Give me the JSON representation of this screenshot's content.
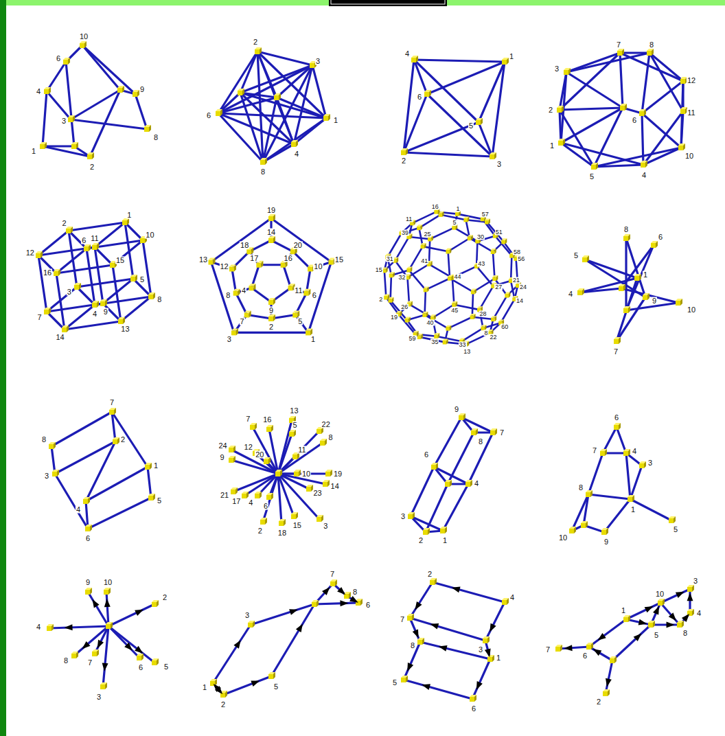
{
  "diagram": {
    "labels": [
      "10",
      "6",
      "4",
      "9",
      "3",
      "8",
      "1",
      "2",
      "2",
      "3",
      "6",
      "1",
      "4",
      "8",
      "4",
      "1",
      "6",
      "5",
      "2",
      "3",
      "3",
      "7",
      "8",
      "12",
      "2",
      "6",
      "11",
      "1",
      "10",
      "5",
      "4",
      "2",
      "1",
      "12",
      "11",
      "3",
      "5",
      "7",
      "9",
      "6",
      "10",
      "16",
      "15",
      "4",
      "8",
      "14",
      "13",
      "19",
      "15",
      "1",
      "3",
      "13",
      "14",
      "20",
      "10",
      "6",
      "5",
      "2",
      "7",
      "8",
      "12",
      "18",
      "16",
      "11",
      "9",
      "4",
      "17",
      "44",
      "41",
      "45",
      "43",
      "28",
      "27",
      "32",
      "40",
      "25",
      "30",
      "26",
      "5",
      "31",
      "39",
      "8",
      "21",
      "35",
      "51",
      "19",
      "33",
      "1",
      "58",
      "59",
      "60",
      "57",
      "14",
      "15",
      "11",
      "2",
      "16",
      "13",
      "56",
      "22",
      "24",
      "8",
      "6",
      "5",
      "4",
      "10",
      "7",
      "1",
      "9",
      "8",
      "7",
      "1",
      "5",
      "6",
      "3",
      "2",
      "4",
      "7",
      "16",
      "13",
      "5",
      "22",
      "8",
      "24",
      "9",
      "12",
      "20",
      "11",
      "10",
      "19",
      "14",
      "23",
      "21",
      "17",
      "4",
      "6",
      "2",
      "18",
      "15",
      "3",
      "9",
      "8",
      "7",
      "6",
      "4",
      "3",
      "2",
      "1",
      "6",
      "7",
      "4",
      "3",
      "8",
      "1",
      "5",
      "10",
      "9",
      "9",
      "10",
      "2",
      "4",
      "8",
      "7",
      "6",
      "5",
      "3",
      "7",
      "8",
      "6",
      "3",
      "1",
      "2",
      "5",
      "2",
      "4",
      "7",
      "8",
      "3",
      "1",
      "5",
      "6",
      "7",
      "6",
      "1",
      "10",
      "3",
      "4",
      "8",
      "5",
      "2"
    ]
  }
}
